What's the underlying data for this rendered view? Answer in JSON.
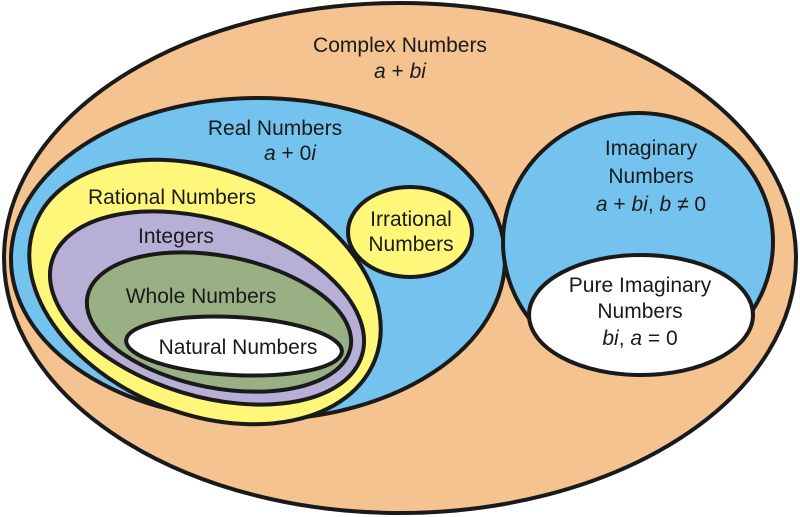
{
  "diagram": {
    "title": "Number Sets",
    "sets": {
      "complex": {
        "name": "Complex Numbers",
        "form": [
          {
            "t": "a",
            "i": true
          },
          {
            "t": " + ",
            "i": false
          },
          {
            "t": "bi",
            "i": true
          }
        ],
        "color": "#f5c38f"
      },
      "real": {
        "name": "Real Numbers",
        "form": [
          {
            "t": "a",
            "i": true
          },
          {
            "t": " + 0",
            "i": false
          },
          {
            "t": "i",
            "i": true
          }
        ],
        "color": "#74c2ee"
      },
      "rational": {
        "name": "Rational Numbers",
        "color": "#fff77a"
      },
      "integers": {
        "name": "Integers",
        "color": "#b7afd6"
      },
      "whole": {
        "name": "Whole Numbers",
        "color": "#98b084"
      },
      "natural": {
        "name": "Natural Numbers",
        "color": "#ffffff"
      },
      "irrational": {
        "name_line1": "Irrational",
        "name_line2": "Numbers",
        "color": "#fff77a"
      },
      "imaginary": {
        "name_line1": "Imaginary",
        "name_line2": "Numbers",
        "form": [
          {
            "t": "a",
            "i": true
          },
          {
            "t": " + ",
            "i": false
          },
          {
            "t": "bi",
            "i": true
          },
          {
            "t": ", ",
            "i": false
          },
          {
            "t": "b",
            "i": true
          },
          {
            "t": " ≠ 0",
            "i": false
          }
        ],
        "color": "#74c2ee"
      },
      "pure_imaginary": {
        "name_line1": "Pure Imaginary",
        "name_line2": "Numbers",
        "form": [
          {
            "t": "bi",
            "i": true
          },
          {
            "t": ", ",
            "i": false
          },
          {
            "t": "a",
            "i": true
          },
          {
            "t": " = 0",
            "i": false
          }
        ],
        "color": "#ffffff"
      }
    },
    "outline_color": "#1a1a1a"
  }
}
